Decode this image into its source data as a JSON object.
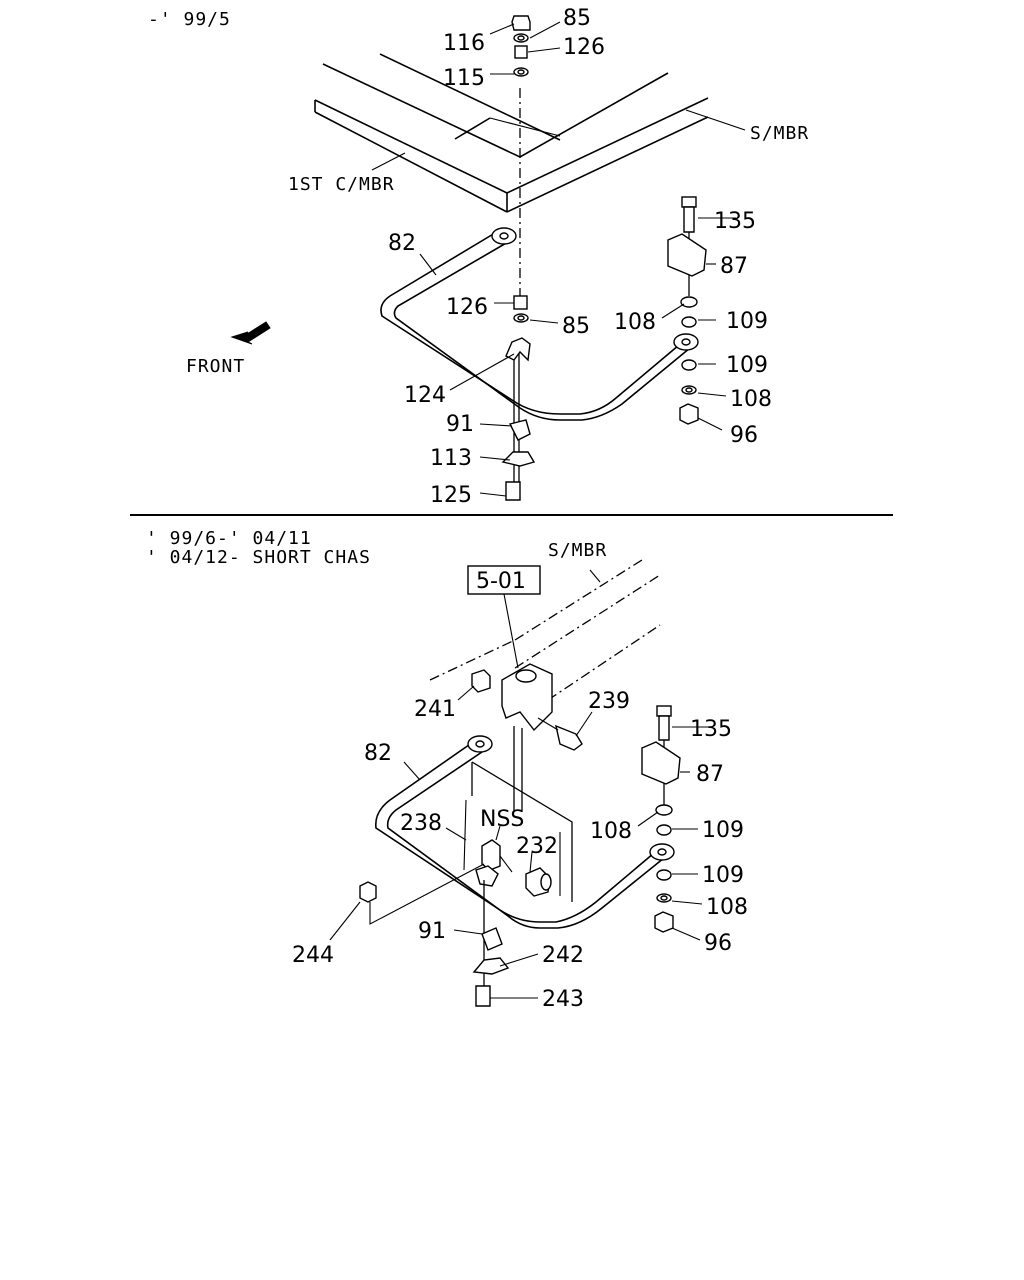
{
  "sections": {
    "top": {
      "period_label": "-' 99/5",
      "frame_labels": {
        "side_member": "S/MBR",
        "first_cross_member": "1ST C/MBR"
      },
      "front_label": "FRONT",
      "parts": {
        "p116": "116",
        "p85a": "85",
        "p126a": "126",
        "p115": "115",
        "p135": "135",
        "p87": "87",
        "p82": "82",
        "p126b": "126",
        "p85b": "85",
        "p108a": "108",
        "p109a": "109",
        "p124": "124",
        "p109b": "109",
        "p108b": "108",
        "p96": "96",
        "p91": "91",
        "p113": "113",
        "p125": "125"
      }
    },
    "bottom": {
      "period_label_1": "' 99/6-' 04/11",
      "period_label_2": "' 04/12- SHORT CHAS",
      "frame_labels": {
        "side_member": "S/MBR"
      },
      "reference_box": "5-01",
      "nss_label": "NSS",
      "parts": {
        "p241": "241",
        "p239": "239",
        "p135": "135",
        "p82": "82",
        "p87": "87",
        "p238": "238",
        "p232": "232",
        "p108a": "108",
        "p109a": "109",
        "p109b": "109",
        "p108b": "108",
        "p96": "96",
        "p244": "244",
        "p91": "91",
        "p242": "242",
        "p243": "243"
      }
    }
  }
}
